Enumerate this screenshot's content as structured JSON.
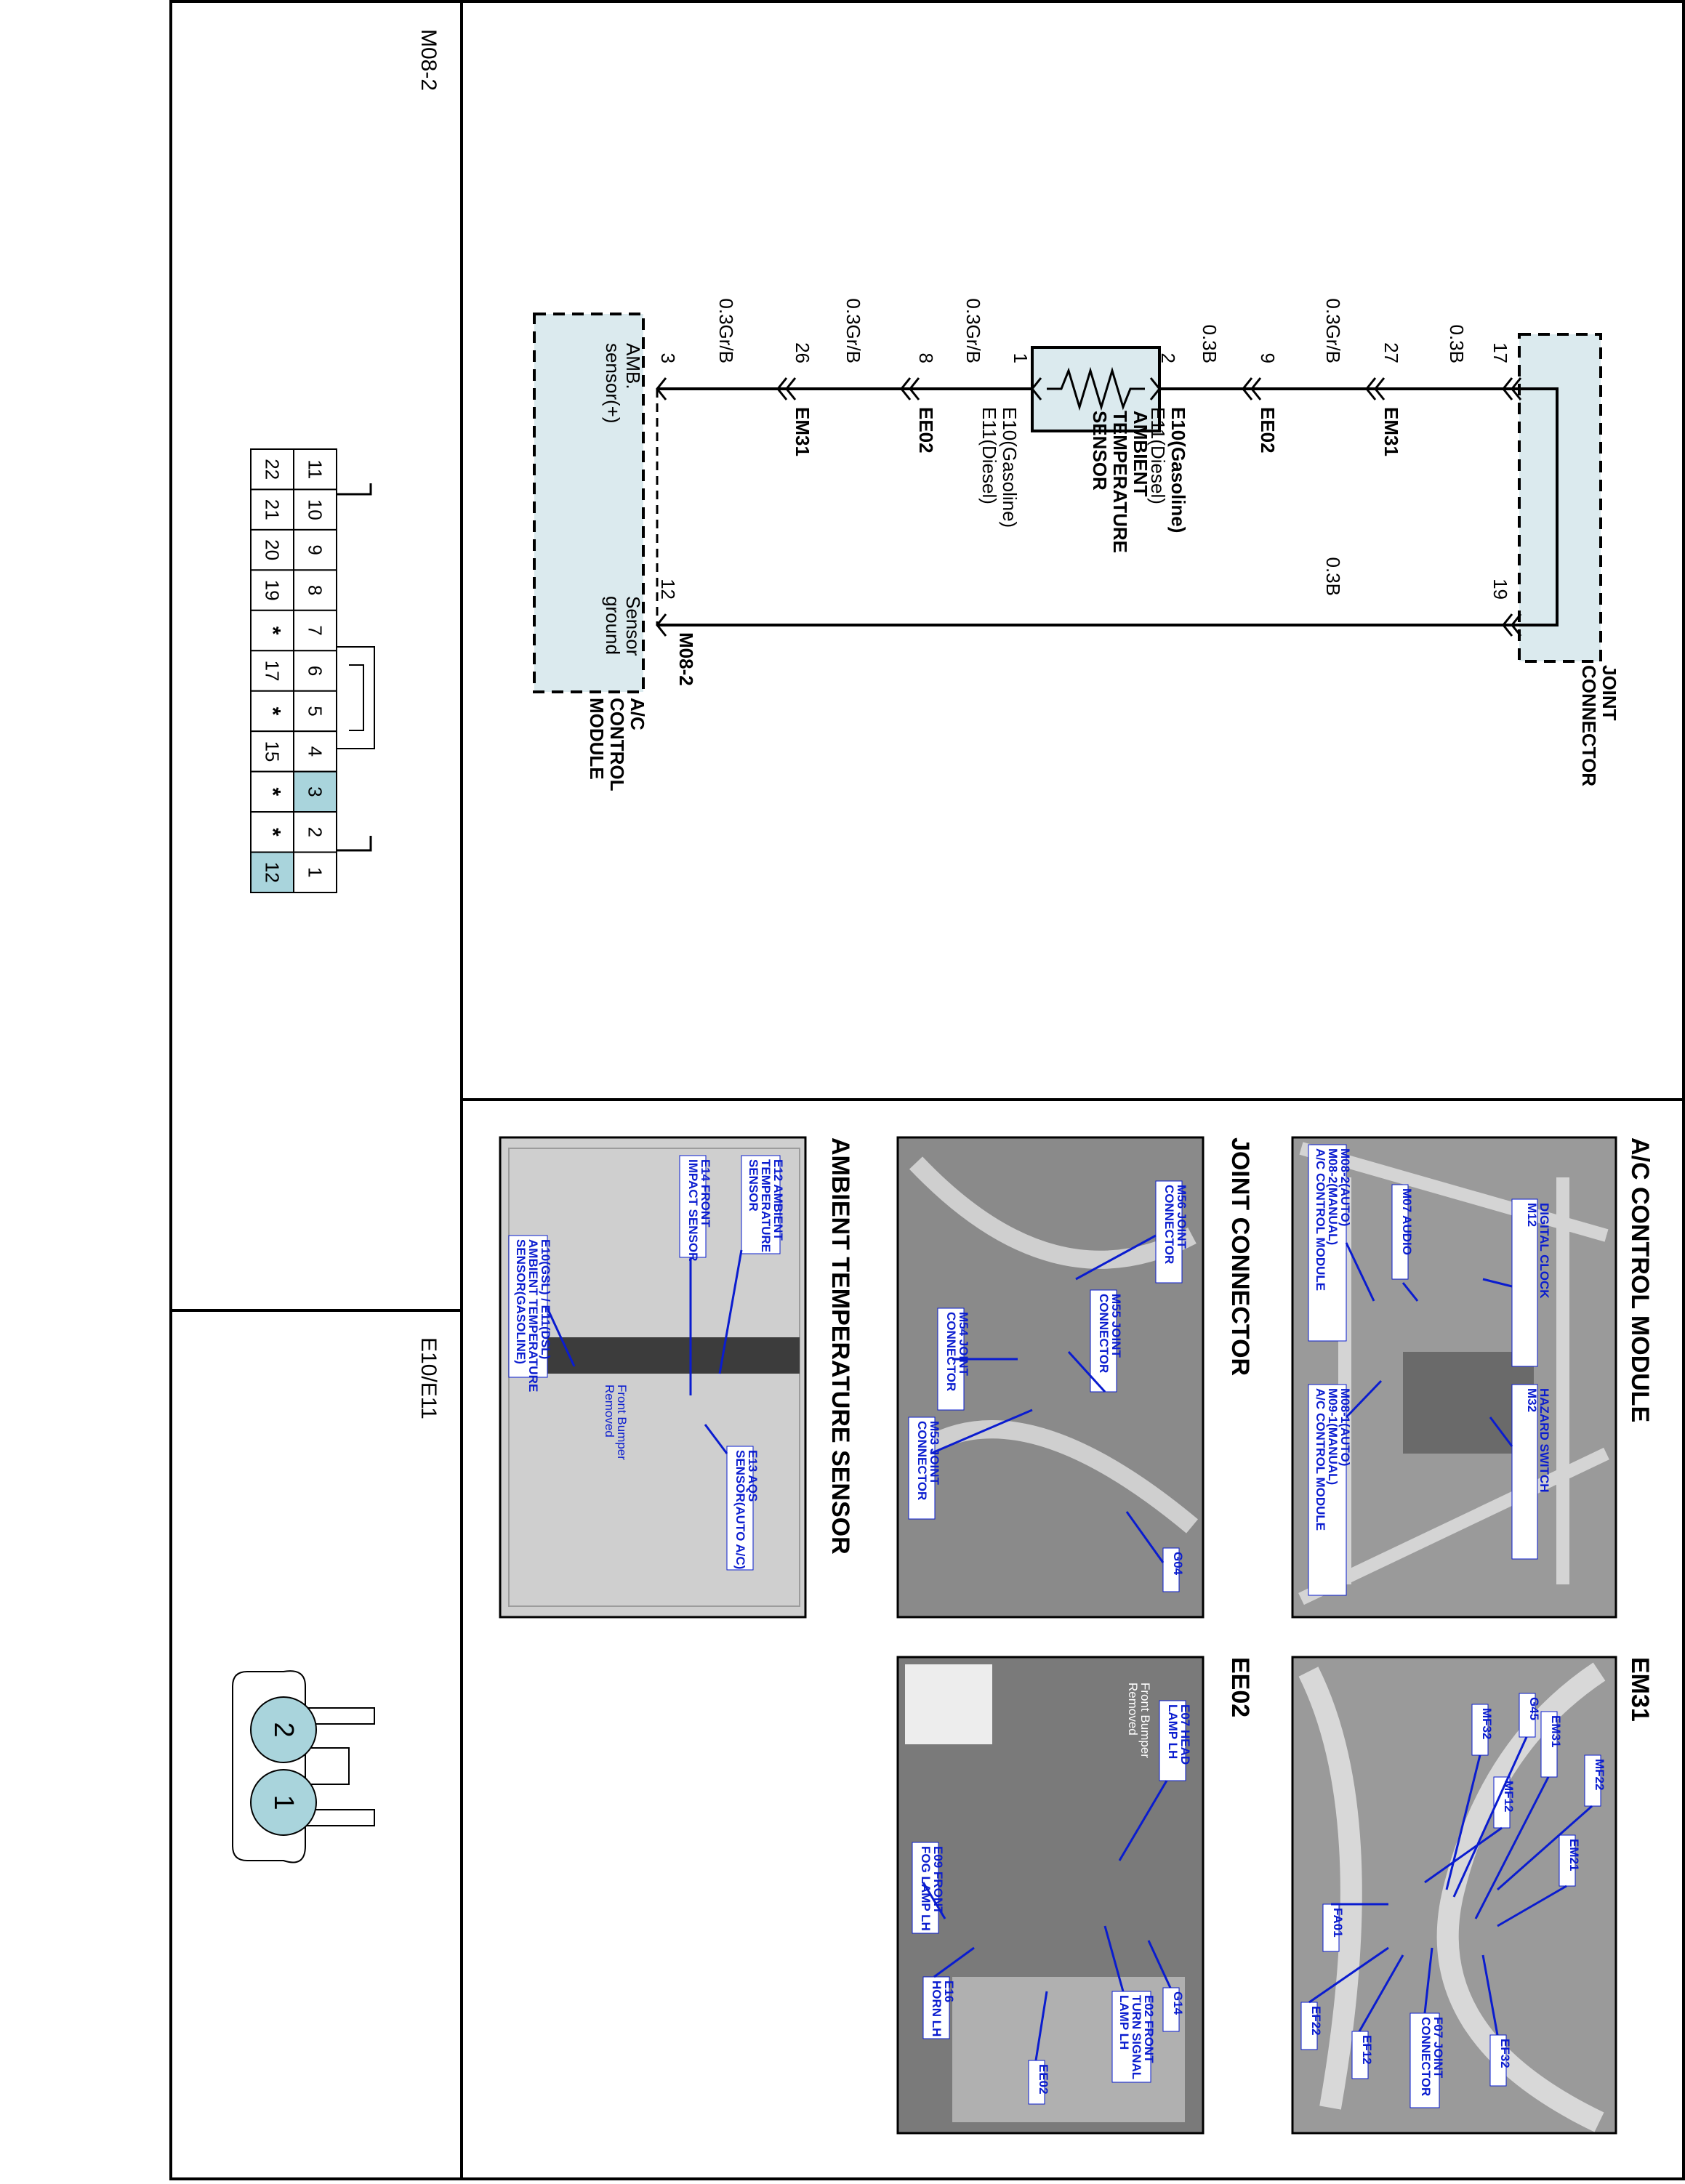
{
  "panels": {
    "m08_label": "M08-2",
    "e10_label": "E10/E11"
  },
  "wiring": {
    "joint_connector": [
      "JOINT",
      "CONNECTOR"
    ],
    "joint_pins": {
      "p17": "17",
      "p19": "19"
    },
    "ac_module": [
      "A/C",
      "CONTROL",
      "MODULE"
    ],
    "ac_pins": {
      "p3": "3",
      "p12": "12",
      "conn": "M08-2"
    },
    "ac_inner": {
      "amb1": "AMB.",
      "amb2": "sensor(+)",
      "gnd1": "Sensor",
      "gnd2": "ground"
    },
    "sensor": {
      "pin2": "2",
      "pin1": "1",
      "line_a1": "E10(Gasoline)",
      "line_a2": "E11(Diesel)",
      "name1": "AMBIENT",
      "name2": "TEMPERATURE",
      "name3": "SENSOR"
    },
    "wires": {
      "w_top1": "0.3B",
      "w_top2": "0.3Gr/B",
      "w_top3": "0.3B",
      "w_bot1": "0.3Gr/B",
      "w_bot2": "0.3Gr/B",
      "w_bot3": "0.3Gr/B",
      "w_right": "0.3B"
    },
    "inline": {
      "em31_top_pin": "27",
      "em31_top": "EM31",
      "ee02_top_pin": "9",
      "ee02_top": "EE02",
      "ee02_bot_pin": "8",
      "ee02_bot": "EE02",
      "em31_bot_pin": "26",
      "em31_bot": "EM31"
    }
  },
  "connector_m08": {
    "row_top": [
      "11",
      "10",
      "9",
      "8",
      "7",
      "6",
      "5",
      "4",
      "3",
      "2",
      "1"
    ],
    "row_bottom": [
      "22",
      "21",
      "20",
      "19",
      "*",
      "17",
      "*",
      "15",
      "*",
      "*",
      "12"
    ],
    "highlight": [
      "3",
      "12"
    ]
  },
  "connector_e10": {
    "pin_a": "2",
    "pin_b": "1"
  },
  "photos": {
    "ac_module": {
      "title": "A/C CONTROL MODULE",
      "c1a": "M12",
      "c1b": "DIGITAL CLOCK",
      "c2a": "M32",
      "c2b": "HAZARD SWITCH",
      "c3": "M07 AUDIO",
      "c4a": "M08-2(AUTO)",
      "c4b": "M08-2(MANUAL)",
      "c4c": "A/C CONTROL MODULE",
      "c5a": "M08-1(AUTO)",
      "c5b": "M09-1(MANUAL)",
      "c5c": "A/C CONTROL MODULE"
    },
    "em31": {
      "title": "EM31",
      "c1": "EM31",
      "c2": "G45",
      "c3": "MF32",
      "c4": "MF22",
      "c5": "MF12",
      "c6": "EM21",
      "c7": "FA01",
      "c8": "EF22",
      "c9": "EF12",
      "c10a": "F07 JOINT",
      "c10b": "CONNECTOR",
      "c11": "EF32"
    },
    "joint": {
      "title": "JOINT CONNECTOR",
      "c1a": "M56 JOINT",
      "c1b": "CONNECTOR",
      "c2a": "M55 JOINT",
      "c2b": "CONNECTOR",
      "c3a": "M54 JOINT",
      "c3b": "CONNECTOR",
      "c4a": "M53 JOINT",
      "c4b": "CONNECTOR",
      "c5": "G04"
    },
    "ee02": {
      "title": "EE02",
      "c1a": "E07 HEAD",
      "c1b": "LAMP LH",
      "c2a": "Front Bumper",
      "c2b": "Removed",
      "c3": "G14",
      "c4a": "E09 FRONT",
      "c4b": "FOG LAMP LH",
      "c5a": "E02 FRONT",
      "c5b": "TURN SIGNAL",
      "c5c": "LAMP LH",
      "c6a": "E16",
      "c6b": "HORN LH",
      "c7": "EE02"
    },
    "ambient": {
      "title": "AMBIENT TEMPERATURE SENSOR",
      "c1a": "E12 AMBIENT",
      "c1b": "TEMPERATURE",
      "c1c": "SENSOR",
      "c2a": "E14 FRONT",
      "c2b": "IMPACT SENSOR",
      "c3a": "E10(GSL) / E11(DSL)",
      "c3b": "AMBIENT TEMPERATURE",
      "c3c": "SENSOR(GASOLINE)",
      "c4a": "Front Bumper",
      "c4b": "Removed",
      "c5a": "E13 AQS",
      "c5b": "SENSOR(AUTO A/C)"
    }
  }
}
